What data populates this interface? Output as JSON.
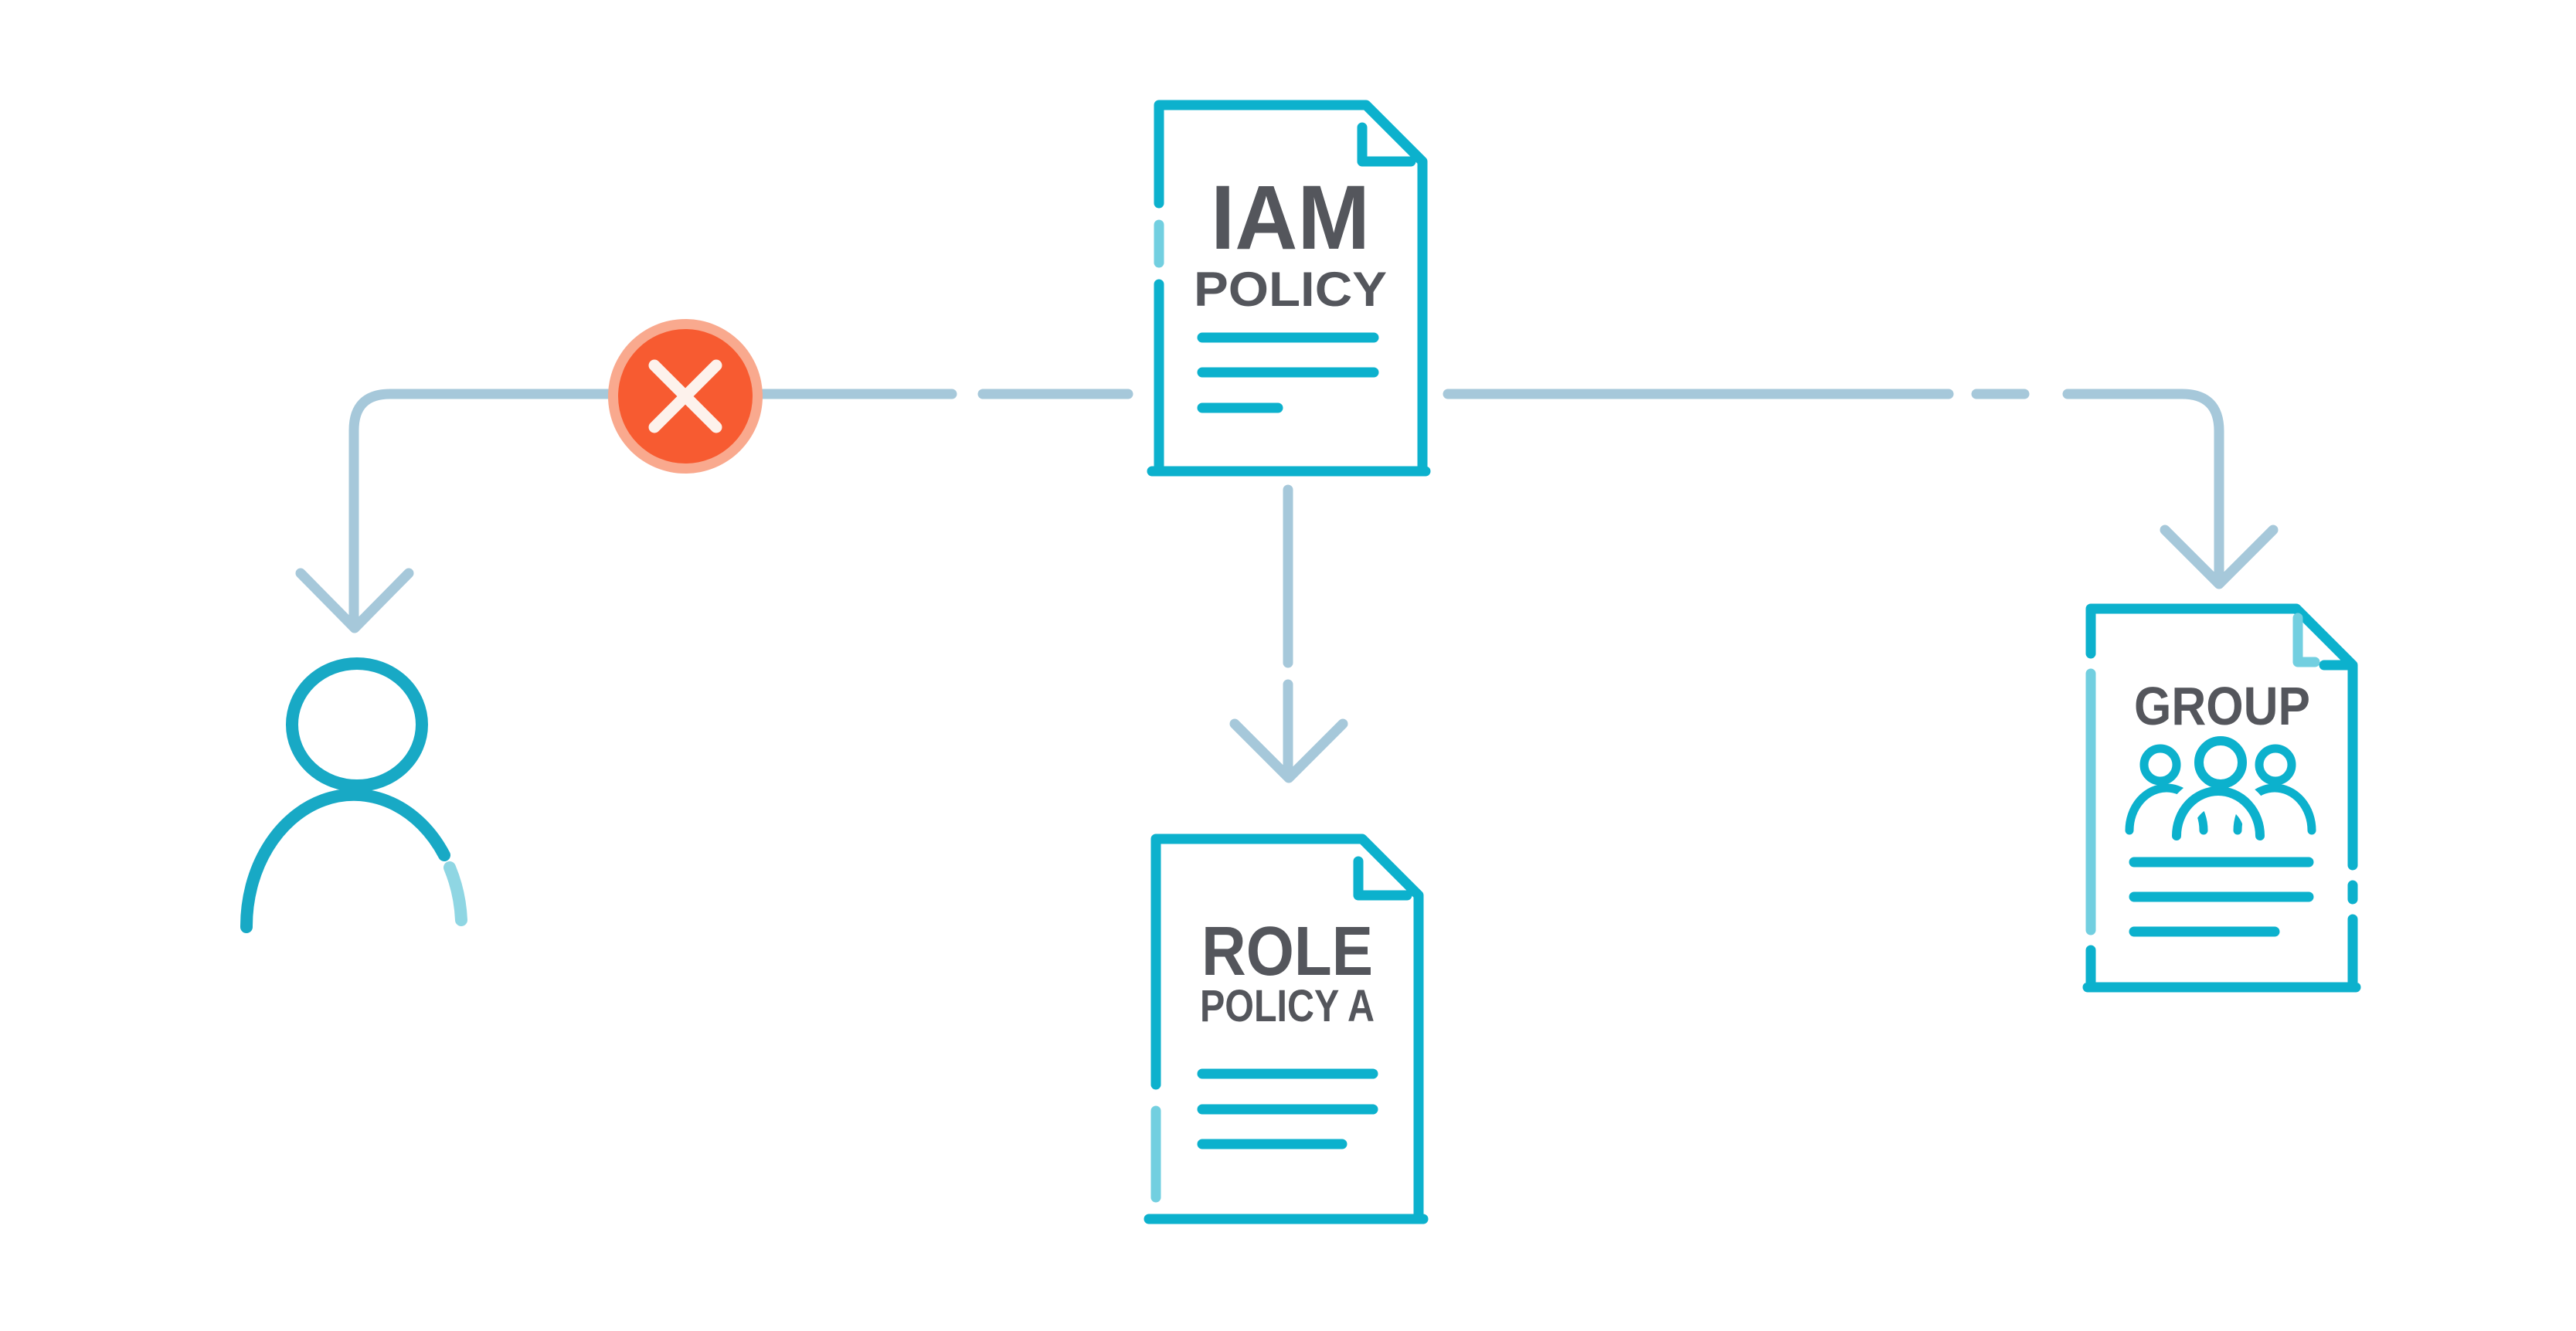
{
  "meta": {
    "description": "IAM policy attachment diagram: an IAM policy may be attached to a role and a group, but not directly to a user (denied)."
  },
  "colors": {
    "background": "#ffffff",
    "connector": "#a6c8da",
    "document": "#0cb1cd",
    "document_light": "#72cfe0",
    "person": "#18a9c5",
    "person_light": "#8fd6e3",
    "title_text": "#54565c",
    "badge_ring": "#f9a98e",
    "badge_fill": "#f75b31",
    "badge_x": "#fdf2ec"
  },
  "icons": {
    "deny_badge": "x-circle",
    "user": "person-outline",
    "group_members": "three-people-outline",
    "document": "page-with-folded-corner",
    "arrows": "down-arrow"
  },
  "nodes": {
    "iam_policy": {
      "title": "IAM",
      "subtitle": "POLICY"
    },
    "role_policy": {
      "title": "ROLE",
      "subtitle": "POLICY A"
    },
    "group": {
      "title": "GROUP"
    }
  }
}
